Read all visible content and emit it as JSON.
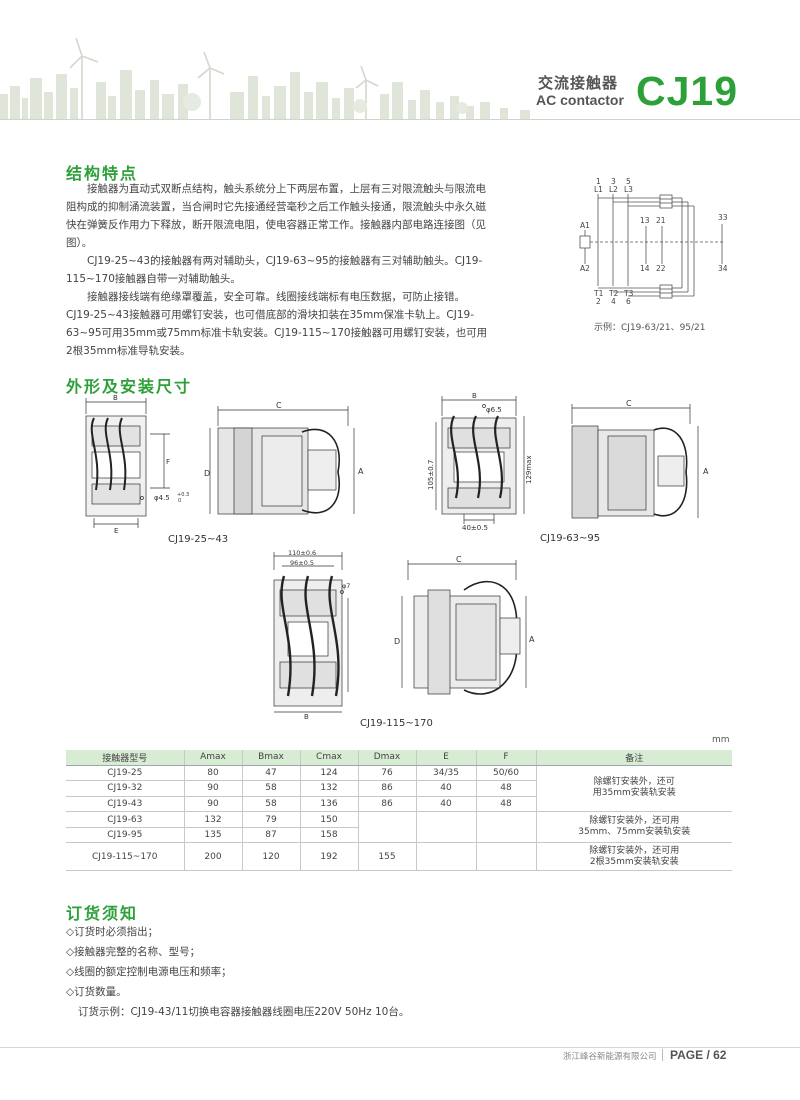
{
  "header": {
    "title_cn": "交流接触器",
    "title_en": "AC contactor",
    "model": "CJ19"
  },
  "features": {
    "heading": "结构特点",
    "paragraphs": [
      "接触器为直动式双断点结构，触头系统分上下两层布置，上层有三对限流触头与限流电阻构成的抑制涌流装置，当合闸时它先接通经营毫秒之后工作触头接通，限流触头中永久磁快在弹簧反作用力下释放，断开限流电阻，使电容器正常工作。接触器内部电路连接图（见图）。",
      "CJ19-25~43的接触器有两对辅助头，CJ19-63~95的接触器有三对辅助触头。CJ19-115~170接触器自带一对辅助触头。",
      "接触器接线端有绝缘罩覆盖，安全可靠。线圈接线端标有电压数据，可防止接错。CJ19-25~43接触器可用螺钉安装，也可借底部的滑块扣装在35mm保准卡轨上。CJ19-63~95可用35mm或75mm标准卡轨安装。CJ19-115~170接触器可用螺钉安装，也可用2根35mm标准导轨安装。"
    ]
  },
  "circuit": {
    "top_labels": [
      "1",
      "3",
      "5"
    ],
    "top_terminals": [
      "L1",
      "L2",
      "L3"
    ],
    "bottom_terminals": [
      "T1",
      "T2",
      "T3"
    ],
    "bottom_labels": [
      "2",
      "4",
      "6"
    ],
    "coil_top": "A1",
    "coil_bottom": "A2",
    "aux_top": [
      "13",
      "21",
      "33"
    ],
    "aux_bottom": [
      "14",
      "22",
      "34"
    ],
    "caption": "示例：CJ19-63/21、95/21"
  },
  "dimensions": {
    "heading": "外形及安装尺寸",
    "captions": [
      "CJ19-25~43",
      "CJ19-63~95",
      "CJ19-115~170"
    ],
    "d1": {
      "B": "B",
      "F": "F",
      "E": "E",
      "hole": "φ4.5",
      "tol_up": "+0.3",
      "tol_dn": "0"
    },
    "d2": {
      "C": "C",
      "D": "D",
      "A": "A"
    },
    "d3": {
      "B": "B",
      "hole": "φ6.5",
      "h1": "105±0.7",
      "h2": "129max",
      "w": "40±0.5"
    },
    "d4": {
      "C": "C",
      "A": "A"
    },
    "d5": {
      "w1": "110±0.6",
      "w2": "96±0.5",
      "hole": "φ7",
      "B": "B"
    },
    "d6": {
      "C": "C",
      "D": "D",
      "A": "A"
    }
  },
  "table": {
    "unit": "mm",
    "headers": [
      "接触器型号",
      "Amax",
      "Bmax",
      "Cmax",
      "Dmax",
      "E",
      "F",
      "备注"
    ],
    "rows": [
      [
        "CJ19-25",
        "80",
        "47",
        "124",
        "76",
        "34/35",
        "50/60"
      ],
      [
        "CJ19-32",
        "90",
        "58",
        "132",
        "86",
        "40",
        "48"
      ],
      [
        "CJ19-43",
        "90",
        "58",
        "136",
        "86",
        "40",
        "48"
      ],
      [
        "CJ19-63",
        "132",
        "79",
        "150",
        "",
        "",
        ""
      ],
      [
        "CJ19-95",
        "135",
        "87",
        "158",
        "",
        "",
        ""
      ],
      [
        "CJ19-115~170",
        "200",
        "120",
        "192",
        "155",
        "",
        ""
      ]
    ],
    "notes": [
      [
        "除螺钉安装外，还可",
        "用35mm安装轨安装"
      ],
      [
        "除螺钉安装外，还可用",
        "35mm、75mm安装轨安装"
      ],
      [
        "除螺钉安装外，还可用",
        "2根35mm安装轨安装"
      ]
    ]
  },
  "ordering": {
    "heading": "订货须知",
    "items": [
      "◇订货时必须指出；",
      "◇接触器完整的名称、型号；",
      "◇线圈的额定控制电源电压和频率；",
      "◇订货数量。"
    ],
    "example": "订货示例：CJ19-43/11切换电容器接触器线圈电压220V 50Hz 10台。"
  },
  "footer": {
    "company": "浙江峰谷新能源有限公司",
    "page": "PAGE / 62"
  },
  "colors": {
    "accent": "#2ea039",
    "table_header": "#d8ecd4"
  }
}
